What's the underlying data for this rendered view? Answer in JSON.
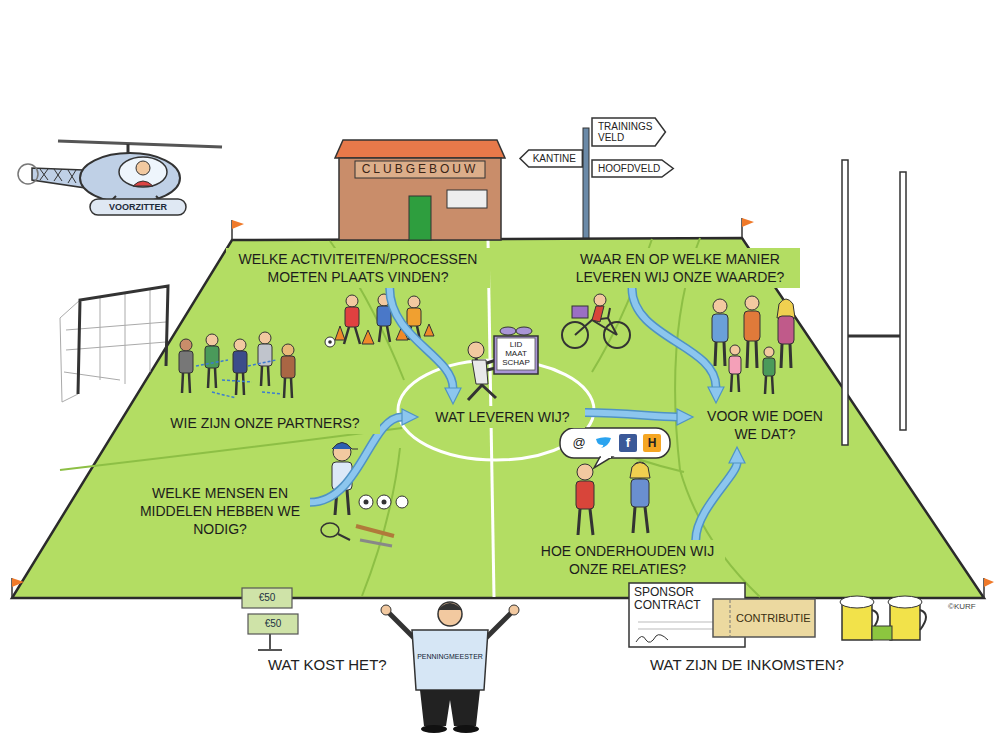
{
  "diagram": {
    "nodes": [
      {
        "text": [
          "CLUBGEBOUW"
        ]
      },
      {
        "text": [
          "KANTINE"
        ]
      },
      {
        "text": [
          "TRAININGS VELD"
        ]
      },
      {
        "text": [
          "HOOFDVELD"
        ]
      },
      {
        "text": [
          "WELKE ACTIVITEITEN/PROCESSEN MOETEN PLAATS VINDEN?"
        ]
      },
      {
        "text": [
          "WAAR EN OP WELKE MANIER LEVEREN WIJ ONZE WAARDE?"
        ]
      },
      {
        "text": [
          "WIE ZIJN ONZE PARTNERS?"
        ]
      },
      {
        "text": [
          "WAT LEVEREN WIJ?"
        ]
      },
      {
        "text": [
          "VOOR WIE DOEN WE DAT?"
        ]
      },
      {
        "text": [
          "WELKE MENSEN EN MIDDELEN HEBBEN WE NODIG?"
        ]
      },
      {
        "text": [
          "HOE ONDERHOUDEN WIJ ONZE RELATIES?"
        ]
      },
      {
        "text": [
          "SPONSOR CONTRACT"
        ]
      },
      {
        "text": [
          "CONTRIBUTIE"
        ]
      }
    ],
    "edges": [
      {
        "from": 4,
        "to": 7,
        "arrow": "to"
      },
      {
        "from": 9,
        "to": 7,
        "arrow": "to"
      },
      {
        "from": 7,
        "to": 8,
        "arrow": "to"
      },
      {
        "from": 5,
        "to": 8,
        "arrow": "to"
      },
      {
        "from": 10,
        "to": 8,
        "arrow": "to"
      }
    ],
    "labels": [
      "VOORZITTER",
      "LID MAAT SCHAP",
      "@",
      "f",
      "H",
      "€50",
      "€50",
      "PENNINGMEESTER",
      "WAT KOST HET?",
      "WAT ZIJN DE INKOMSTEN?",
      "©KURF"
    ]
  }
}
